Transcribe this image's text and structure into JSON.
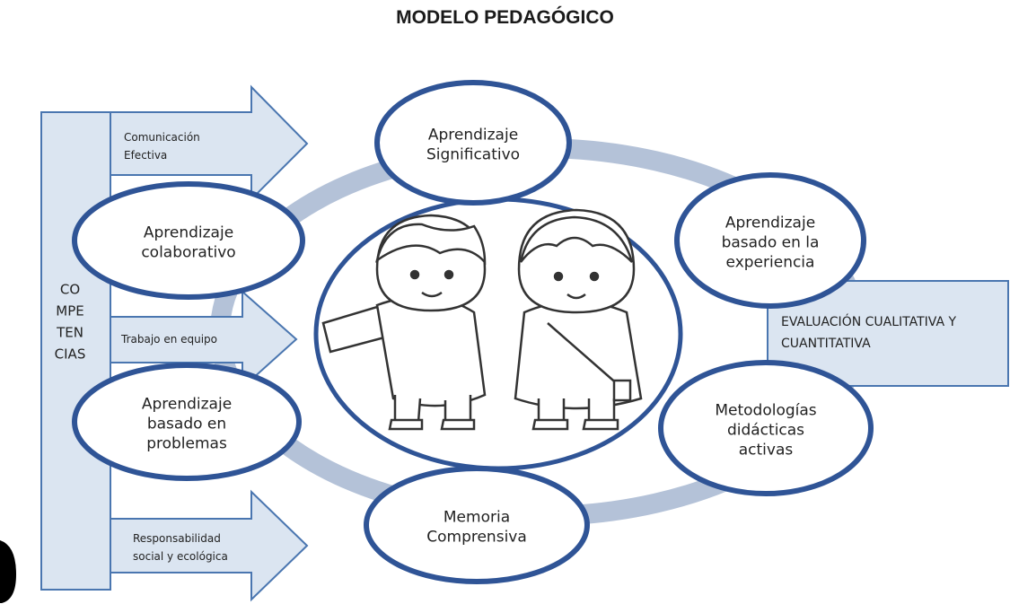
{
  "title": "MODELO PEDAGÓGICO",
  "competencias": {
    "lines": [
      "CO",
      "MPE",
      "TEN",
      "CIAS"
    ]
  },
  "arrows": [
    {
      "id": "comunicacion",
      "lines": [
        "Comunicación",
        "Efectiva"
      ]
    },
    {
      "id": "trabajo",
      "lines": [
        "Trabajo en equipo"
      ]
    },
    {
      "id": "responsabilidad",
      "lines": [
        "Responsabilidad",
        "social y ecológica"
      ]
    }
  ],
  "evaluacion": {
    "lines": [
      "EVALUACIÓN CUALITATIVA Y",
      "CUANTITATIVA"
    ]
  },
  "ovals": [
    {
      "id": "significativo",
      "lines": [
        "Aprendizaje",
        "Significativo"
      ]
    },
    {
      "id": "experiencia",
      "lines": [
        "Aprendizaje",
        "basado en la",
        "experiencia"
      ]
    },
    {
      "id": "metodologias",
      "lines": [
        "Metodologías",
        "didácticas",
        "activas"
      ]
    },
    {
      "id": "memoria",
      "lines": [
        "Memoria",
        "Comprensiva"
      ]
    },
    {
      "id": "problemas",
      "lines": [
        "Aprendizaje",
        "basado en",
        "problemas"
      ]
    },
    {
      "id": "colaborativo",
      "lines": [
        "Aprendizaje",
        "colaborativo"
      ]
    }
  ],
  "center_image": "children-illustration",
  "colors": {
    "oval_stroke": "#2f5496",
    "ring": "#b4c2d8",
    "box_fill": "#dbe5f1",
    "box_stroke": "#4a76b0",
    "text": "#222222"
  }
}
